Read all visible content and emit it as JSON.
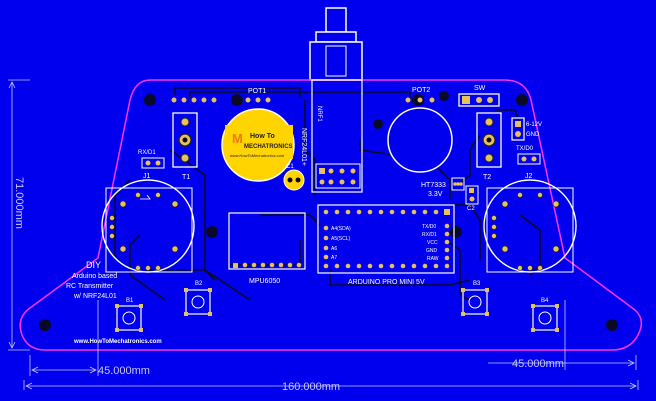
{
  "colors": {
    "background": "#0000ee",
    "outline": "#ff33ff",
    "silkscreen": "#ffffff",
    "copper": "#e8c15a",
    "trace": "#0a0a28",
    "dimension": "#c7c7ff",
    "logo_yellow": "#ffd400",
    "logo_orange": "#f07a10"
  },
  "dimensions": {
    "height": "71.000mm",
    "width_left": "45.000mm",
    "width_total": "160.000mm",
    "width_right": "45.000mm"
  },
  "labels": {
    "pot1": "POT1",
    "pot2": "POT2",
    "sw": "SW",
    "nrf1": "NRF1",
    "nrf_module": "NRF24L01+",
    "rx_d1": "RX/D1",
    "tx_d0": "TX/D0",
    "t1": "T1",
    "t2": "T2",
    "j1": "J1",
    "j2": "J2",
    "c1": "C1",
    "c2": "C2",
    "ht7333": "HT7333",
    "voltage": "3.3V",
    "supply": "6-12V",
    "gnd": "GND",
    "mpu": "MPU6050",
    "arduino": "ARDUINO PRO MINI 5V",
    "a4": "A4(SDA)",
    "a5": "A5(SCL)",
    "a6": "A6",
    "a7": "A7",
    "tx_d0_pin": "TX/D0",
    "rx_d1_pin": "RX/D1",
    "vcc_pin": "VCC",
    "gnd_pin": "GND",
    "raw_pin": "RAW",
    "b1": "B1",
    "b2": "B2",
    "b3": "B3",
    "b4": "B4",
    "diy": "DIY",
    "arduino_based": "Arduino based",
    "rc_transmitter": "RC Transmitter",
    "w_nrf": "w/ NRF24L01",
    "website": "www.HowToMechatronics.com",
    "logo_how_to": "How To",
    "logo_mechatronics": "MECHATRONICS",
    "logo_url": "www.HowToMechatronics.com"
  }
}
